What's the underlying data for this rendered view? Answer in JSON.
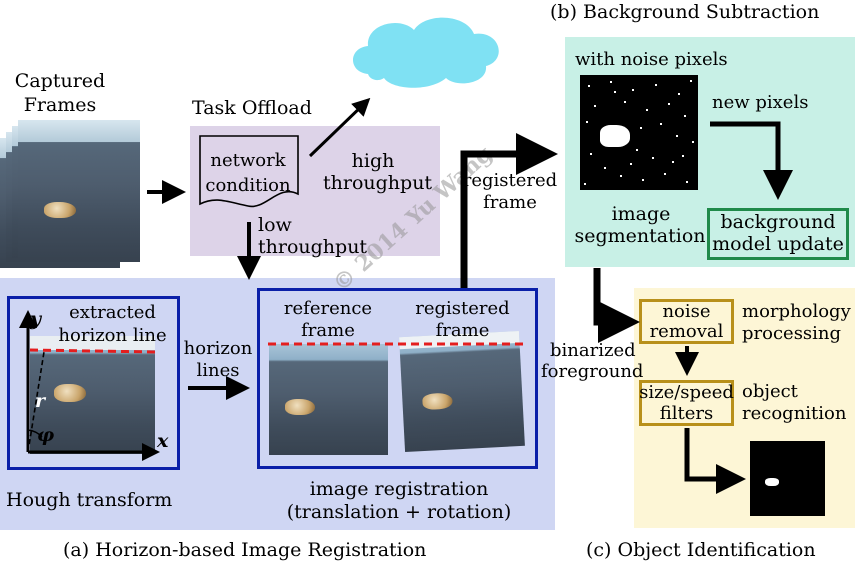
{
  "captured_frames": {
    "label_line1": "Captured",
    "label_line2": "Frames"
  },
  "task_offload": {
    "title": "Task Offload",
    "doc_line1": "network",
    "doc_line2": "condition",
    "high_line1": "high",
    "high_line2": "throughput",
    "low_line1": "low",
    "low_line2": "throughput",
    "cloud": "cloud"
  },
  "registered_frame_arrow": {
    "line1": "registered",
    "line2": "frame"
  },
  "background_subtraction": {
    "title": "(b) Background Subtraction",
    "noise_label": "with noise pixels",
    "new_pixels": "new pixels",
    "seg_line1": "image",
    "seg_line2": "segmentation",
    "update_line1": "background",
    "update_line2": "model update"
  },
  "registration": {
    "hough_y": "y",
    "hough_x": "x",
    "hough_r": "r",
    "hough_phi": "φ",
    "extracted_line1": "extracted",
    "extracted_line2": "horizon line",
    "hough_transform": "Hough transform",
    "horizon_line1": "horizon",
    "horizon_line2": "lines",
    "reference_line1": "reference",
    "reference_line2": "frame",
    "registered_line1": "registered",
    "registered_line2": "frame",
    "ir_line1": "image registration",
    "ir_line2": "(translation + rotation)",
    "caption": "(a) Horizon-based Image Registration"
  },
  "object_identification": {
    "binarized_line1": "binarized",
    "binarized_line2": "foreground",
    "noise_line1": "noise",
    "noise_line2": "removal",
    "morph_line1": "morphology",
    "morph_line2": "processing",
    "size_line1": "size/speed",
    "size_line2": "filters",
    "obj_line1": "object",
    "obj_line2": "recognition",
    "caption": "(c) Object Identification"
  },
  "watermark": "© 2014 Yu Wang",
  "colors": {
    "offload_bg": "#ddd3e8",
    "registration_bg": "#cfd6f3",
    "bgsub_bg": "#c8f0e6",
    "objid_bg": "#fdf6d6",
    "blue_border": "#0a1fa8",
    "green_border": "#1f8a4a",
    "gold_border": "#b8901a",
    "horizon_red": "#e41e1e",
    "cloud_fill": "#7fe1f3"
  }
}
